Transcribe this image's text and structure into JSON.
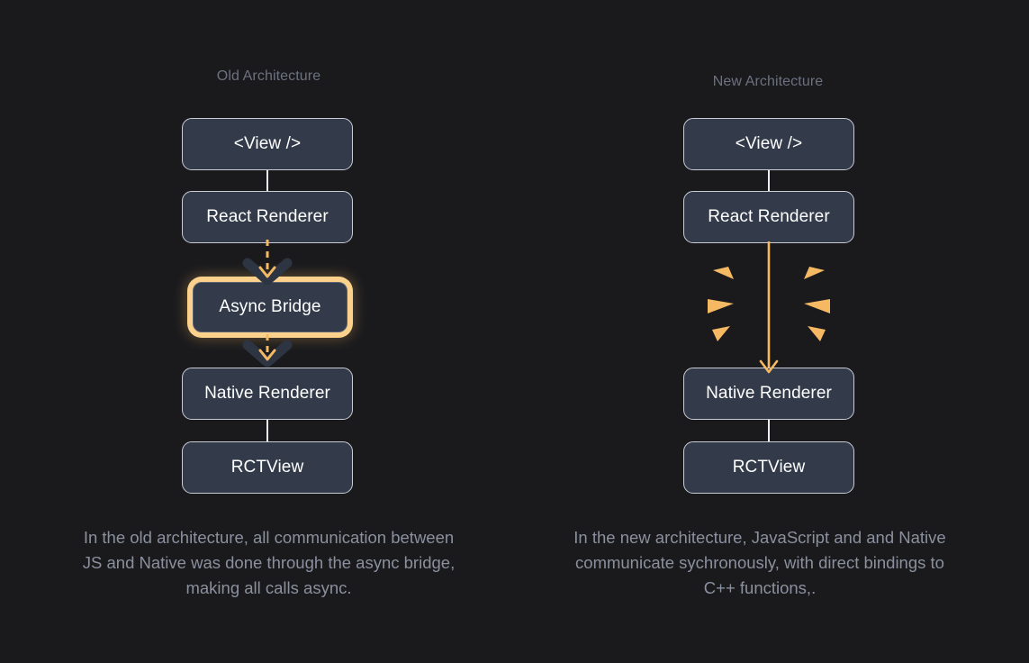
{
  "theme": {
    "background": "#1a1a1d",
    "node_fill": "#333b4a",
    "node_border": "#c9ccd4",
    "node_text": "#ffffff",
    "heading_text": "#6c7180",
    "caption_text": "#8a909e",
    "accent_orange": "#f5b964",
    "halo_orange": "#fbd18c",
    "connector": "#eceef2",
    "chevron_dark": "#2e3542"
  },
  "columns": {
    "old": {
      "heading": "Old Architecture",
      "nodes": [
        {
          "id": "view",
          "label": "<View />"
        },
        {
          "id": "react",
          "label": "React Renderer"
        },
        {
          "id": "bridge",
          "label": "Async Bridge"
        },
        {
          "id": "native",
          "label": "Native Renderer"
        },
        {
          "id": "rct",
          "label": "RCTView"
        }
      ],
      "caption": "In the old architecture, all communication between JS and Native was done through the async bridge, making all calls async."
    },
    "new": {
      "heading": "New Architecture",
      "nodes": [
        {
          "id": "view",
          "label": "<View />"
        },
        {
          "id": "react",
          "label": "React Renderer"
        },
        {
          "id": "native",
          "label": "Native Renderer"
        },
        {
          "id": "rct",
          "label": "RCTView"
        }
      ],
      "caption": "In the new architecture, JavaScript and and Native communicate sychronously, with direct bindings to C++ functions,."
    }
  }
}
